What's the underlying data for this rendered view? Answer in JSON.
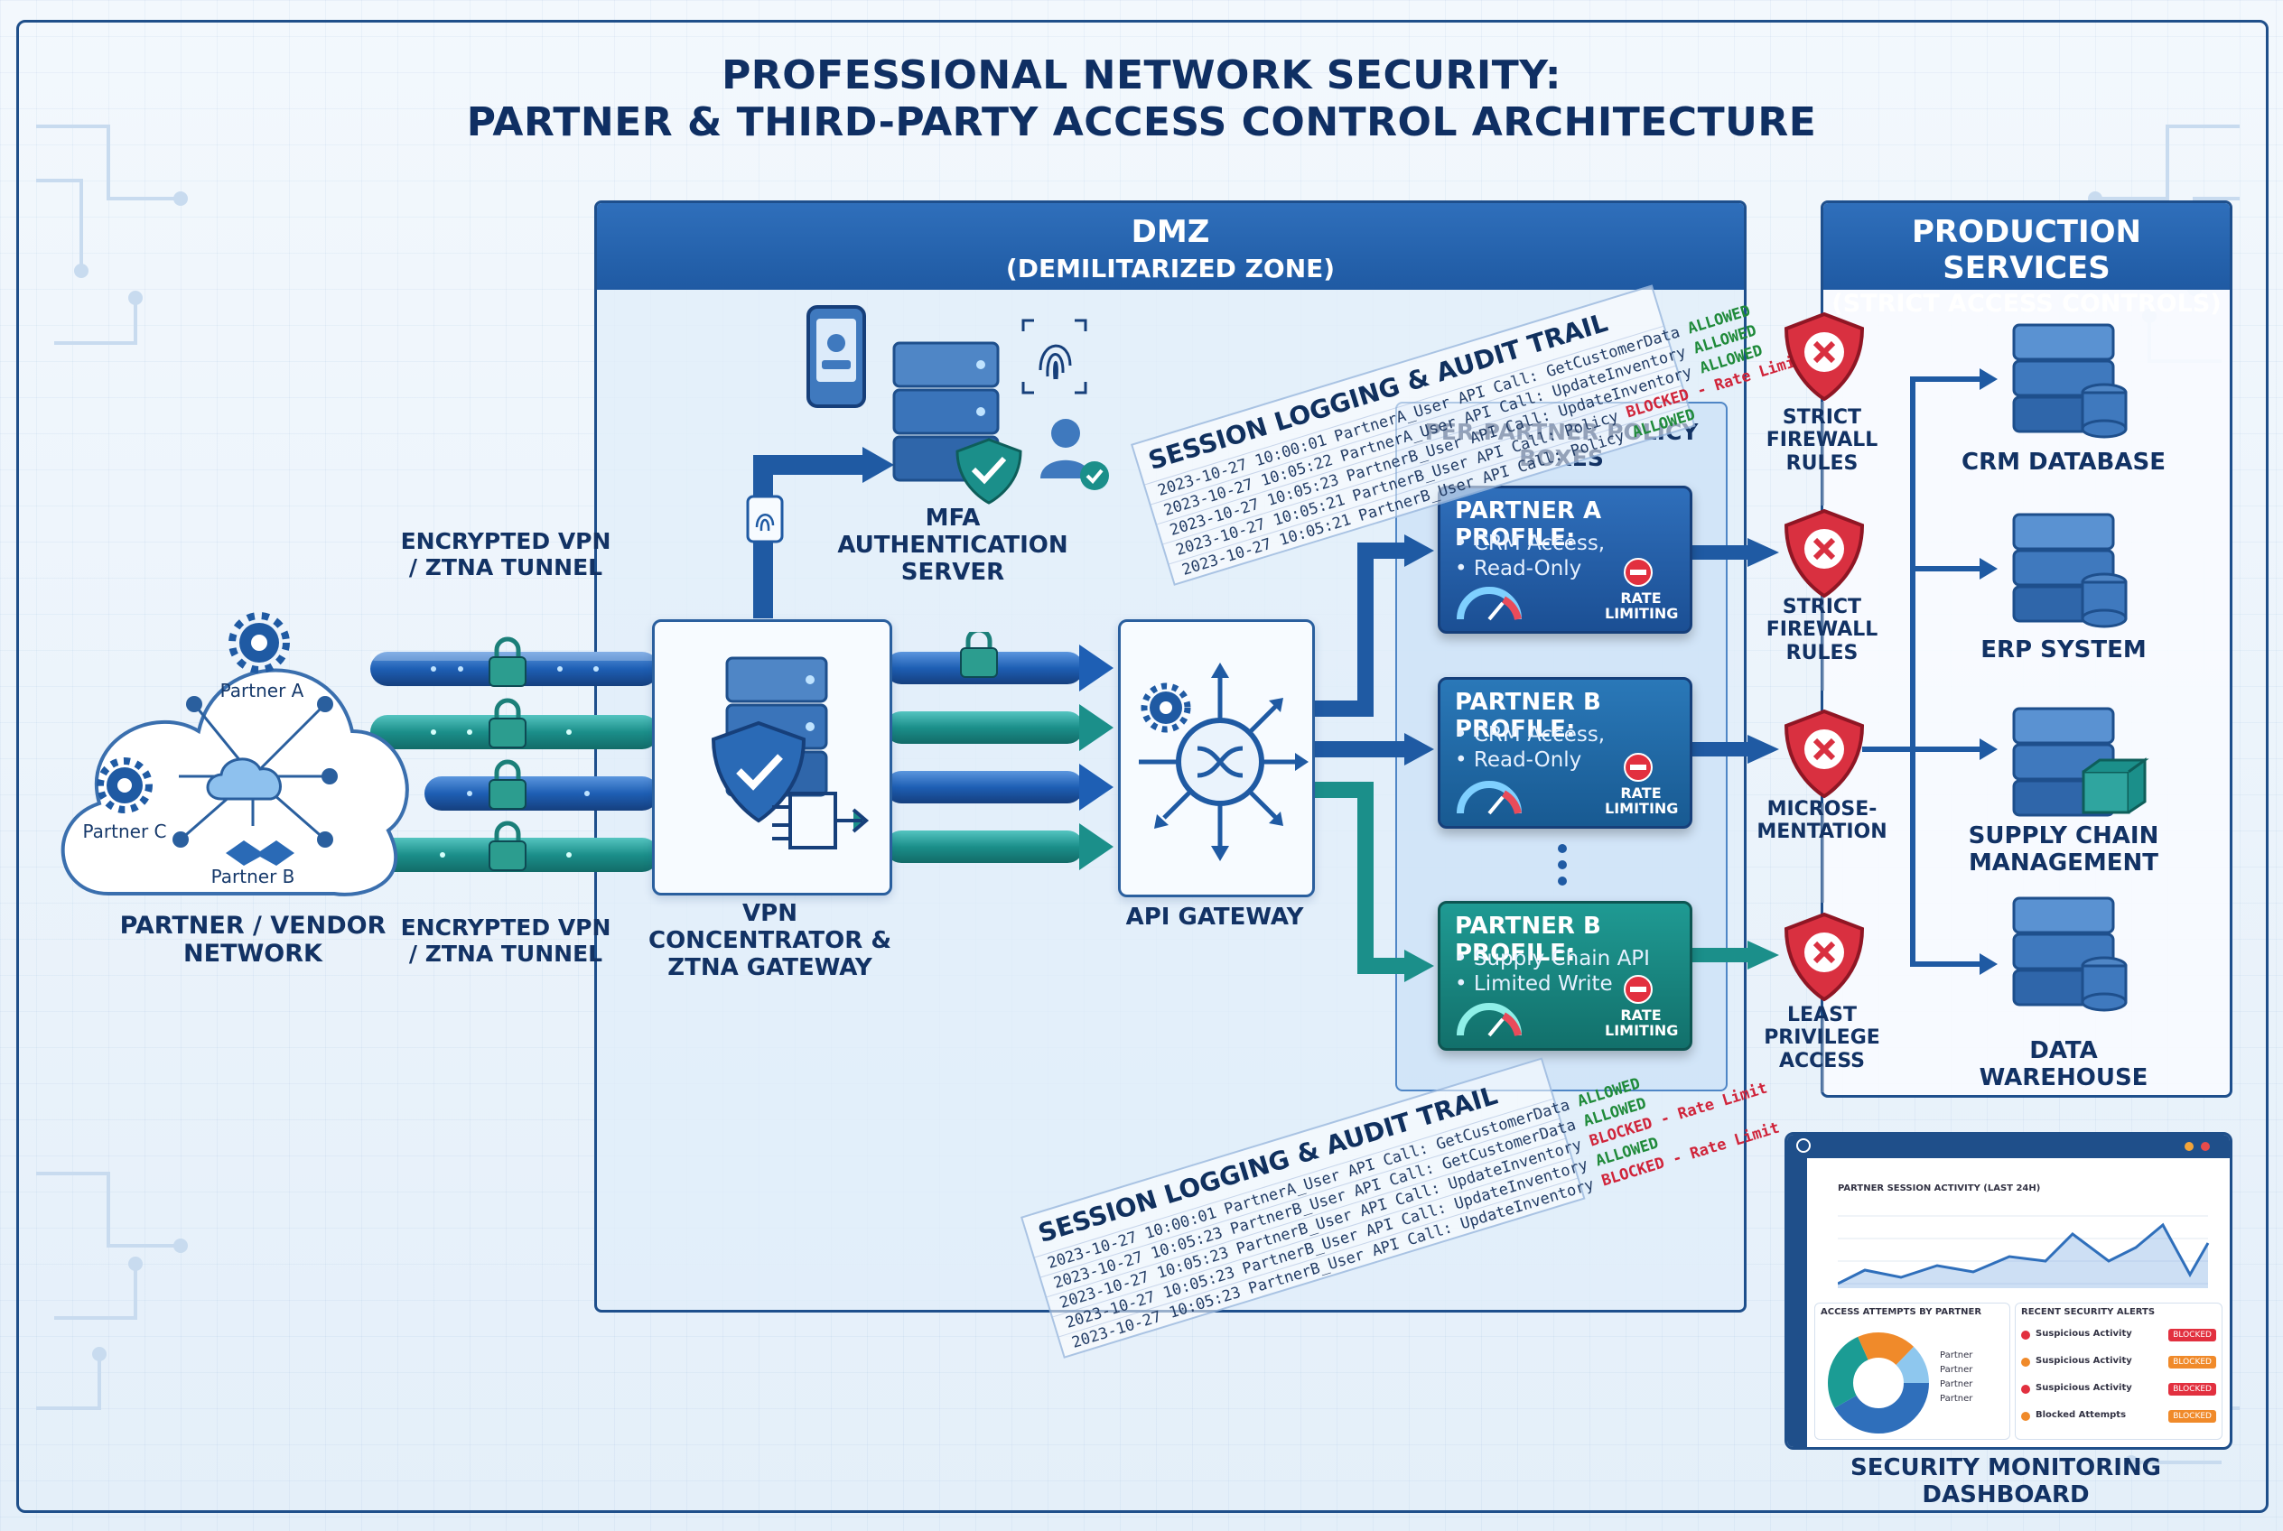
{
  "title": {
    "line1": "PROFESSIONAL NETWORK SECURITY:",
    "line2": "PARTNER & THIRD-PARTY ACCESS CONTROL ARCHITECTURE"
  },
  "partner_network": {
    "label": "PARTNER / VENDOR NETWORK",
    "nodes": [
      "Partner A",
      "Partner C",
      "Partner B"
    ]
  },
  "tunnels": {
    "top_label": "ENCRYPTED VPN / ZTNA TUNNEL",
    "bottom_label": "ENCRYPTED VPN / ZTNA TUNNEL"
  },
  "dmz": {
    "title": "DMZ",
    "subtitle": "(DEMILITARIZED ZONE)"
  },
  "vpn": {
    "label": "VPN CONCENTRATOR & ZTNA GATEWAY"
  },
  "mfa": {
    "label": "MFA AUTHENTICATION SERVER"
  },
  "api": {
    "label": "API GATEWAY"
  },
  "policy": {
    "title": "PER-PARTNER POLICY BOXES",
    "profiles": [
      {
        "name": "PARTNER A PROFILE:",
        "lines": [
          "• CRM Access,",
          "• Read-Only"
        ],
        "badge": "RATE LIMITING"
      },
      {
        "name": "PARTNER B PROFILE:",
        "lines": [
          "• CRM Access,",
          "• Read-Only"
        ],
        "badge": "RATE LIMITING"
      },
      {
        "name": "PARTNER B PROFILE:",
        "lines": [
          "• Supply Chain API",
          "• Limited Write"
        ],
        "badge": "RATE LIMITING"
      }
    ]
  },
  "logs": {
    "top": {
      "title": "SESSION LOGGING & AUDIT TRAIL",
      "rows": [
        {
          "time": "2023-10-27 10:00:01",
          "user": "PartnerA_User",
          "call": "API Call: GetCustomerData",
          "status": "ALLOWED",
          "kind": "ok"
        },
        {
          "time": "2023-10-27 10:05:22",
          "user": "PartnerA_User",
          "call": "API Call: UpdateInventory",
          "status": "ALLOWED",
          "kind": "ok"
        },
        {
          "time": "2023-10-27 10:05:23",
          "user": "PartnerB_User",
          "call": "API Call: UpdateInventory",
          "status": "ALLOWED",
          "kind": "ok"
        },
        {
          "time": "2023-10-27 10:05:21",
          "user": "PartnerB_User",
          "call": "API Call: Policy",
          "status": "BLOCKED - Rate Limit",
          "kind": "bad"
        },
        {
          "time": "2023-10-27 10:05:21",
          "user": "PartnerB_User",
          "call": "API Call: Policy",
          "status": "ALLOWED",
          "kind": "ok"
        }
      ]
    },
    "bottom": {
      "title": "SESSION LOGGING & AUDIT TRAIL",
      "rows": [
        {
          "time": "2023-10-27 10:00:01",
          "user": "PartnerA_User",
          "call": "API Call: GetCustomerData",
          "status": "ALLOWED",
          "kind": "ok"
        },
        {
          "time": "2023-10-27 10:05:23",
          "user": "PartnerB_User",
          "call": "API Call: GetCustomerData",
          "status": "ALLOWED",
          "kind": "ok"
        },
        {
          "time": "2023-10-27 10:05:23",
          "user": "PartnerB_User",
          "call": "API Call: UpdateInventory",
          "status": "BLOCKED - Rate Limit",
          "kind": "bad"
        },
        {
          "time": "2023-10-27 10:05:23",
          "user": "PartnerB_User",
          "call": "API Call: UpdateInventory",
          "status": "ALLOWED",
          "kind": "ok"
        },
        {
          "time": "2023-10-27 10:05:23",
          "user": "PartnerB_User",
          "call": "API Call: UpdateInventory",
          "status": "BLOCKED - Rate Limit",
          "kind": "bad"
        }
      ]
    }
  },
  "firewalls": [
    {
      "label": "STRICT FIREWALL RULES"
    },
    {
      "label": "STRICT FIREWALL RULES"
    },
    {
      "label": "MICROSE- MENTATION"
    },
    {
      "label": "LEAST PRIVILEGE ACCESS"
    }
  ],
  "production": {
    "title": "PRODUCTION SERVICES",
    "subtitle": "(STRICT ACCESS CONTROLS)",
    "services": [
      "CRM DATABASE",
      "ERP SYSTEM",
      "SUPPLY CHAIN MANAGEMENT",
      "DATA WAREHOUSE"
    ]
  },
  "dashboard": {
    "label": "SECURITY MONITORING DASHBOARD",
    "chart_title": "PARTNER SESSION ACTIVITY (LAST 24H)",
    "access_title": "ACCESS ATTEMPTS BY PARTNER",
    "legend": [
      "Partner",
      "Partner",
      "Partner",
      "Partner"
    ],
    "alerts_title": "RECENT SECURITY ALERTS",
    "alerts": [
      {
        "title": "Suspicious Activity",
        "tag": "BLOCKED"
      },
      {
        "title": "Suspicious Activity",
        "tag": "BLOCKED"
      },
      {
        "title": "Suspicious Activity",
        "tag": "BLOCKED"
      },
      {
        "title": "Blocked Attempts",
        "tag": "BLOCKED"
      }
    ]
  },
  "colors": {
    "navy": "#1e4f8c",
    "blue": "#2f6fbb",
    "teal": "#1b8f8a",
    "shield_red": "#d93040",
    "allowed": "#1f8a3a",
    "blocked": "#d0243a"
  }
}
